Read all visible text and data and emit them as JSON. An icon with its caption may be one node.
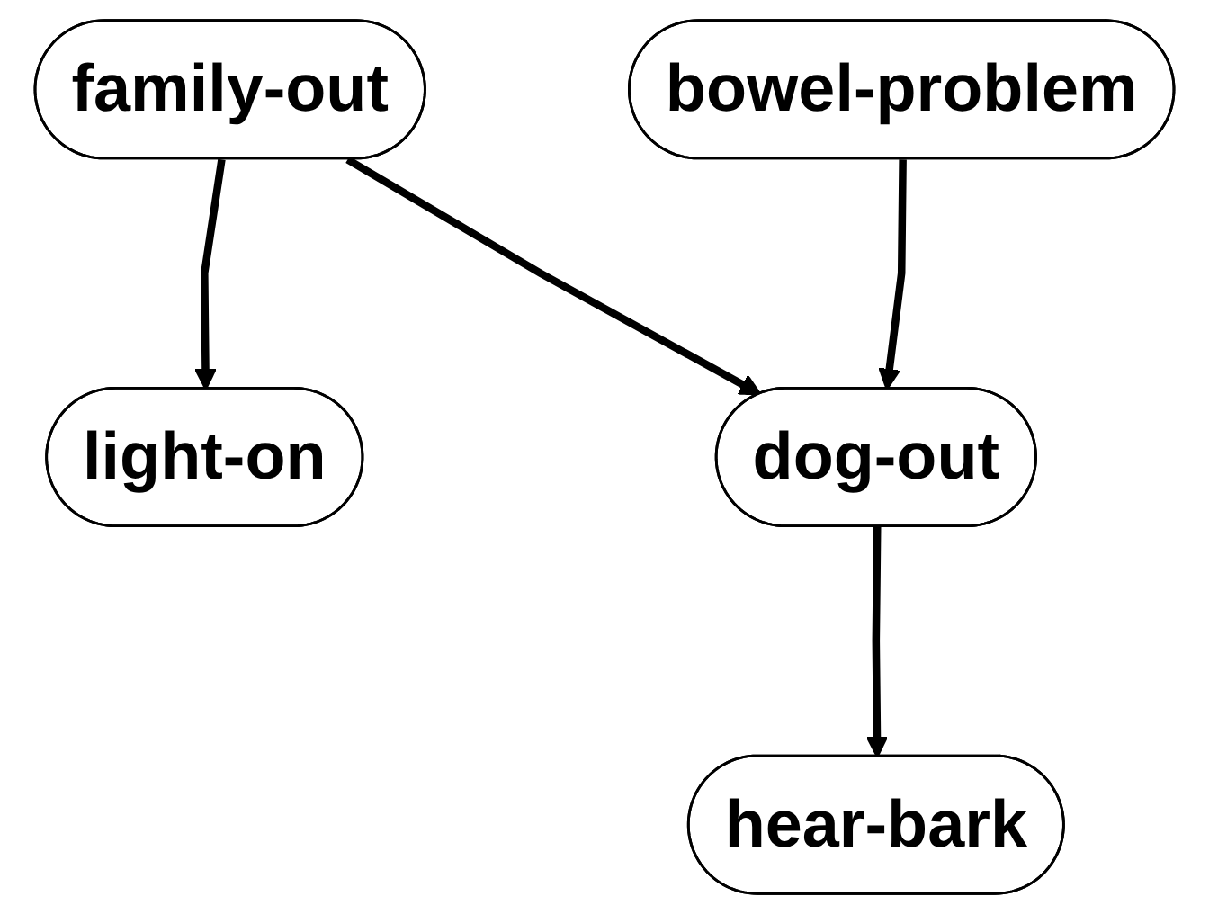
{
  "diagram": {
    "nodes": [
      {
        "text": [
          "family-out"
        ]
      },
      {
        "text": [
          "bowel-problem"
        ]
      },
      {
        "text": [
          "light-on"
        ]
      },
      {
        "text": [
          "dog-out"
        ]
      },
      {
        "text": [
          "hear-bark"
        ]
      }
    ],
    "edges": [
      {
        "from": 0,
        "to": 2,
        "arrow": "to"
      },
      {
        "from": 0,
        "to": 3,
        "arrow": "to"
      },
      {
        "from": 1,
        "to": 3,
        "arrow": "to"
      },
      {
        "from": 3,
        "to": 4,
        "arrow": "to"
      }
    ]
  }
}
